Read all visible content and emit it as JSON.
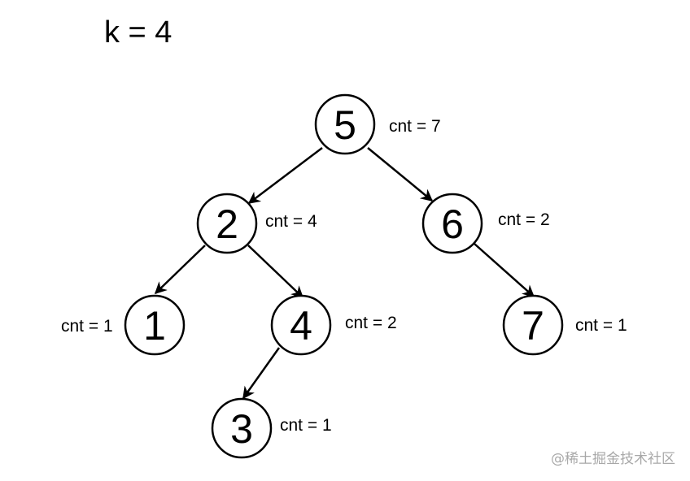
{
  "title": "k = 4",
  "tree": {
    "nodes": [
      {
        "id": "n5",
        "value": "5",
        "cnt_label": "cnt = 7"
      },
      {
        "id": "n2",
        "value": "2",
        "cnt_label": "cnt = 4"
      },
      {
        "id": "n6",
        "value": "6",
        "cnt_label": "cnt = 2"
      },
      {
        "id": "n1",
        "value": "1",
        "cnt_label": "cnt = 1"
      },
      {
        "id": "n4",
        "value": "4",
        "cnt_label": "cnt = 2"
      },
      {
        "id": "n7",
        "value": "7",
        "cnt_label": "cnt = 1"
      },
      {
        "id": "n3",
        "value": "3",
        "cnt_label": "cnt = 1"
      }
    ],
    "edges": [
      {
        "from": "5",
        "to": "2"
      },
      {
        "from": "5",
        "to": "6"
      },
      {
        "from": "2",
        "to": "1"
      },
      {
        "from": "2",
        "to": "4"
      },
      {
        "from": "6",
        "to": "7"
      },
      {
        "from": "4",
        "to": "3"
      }
    ]
  },
  "watermark": "@稀土掘金技术社区",
  "colors": {
    "stroke": "#000000",
    "background": "#ffffff",
    "watermark": "#a8a8a8"
  }
}
